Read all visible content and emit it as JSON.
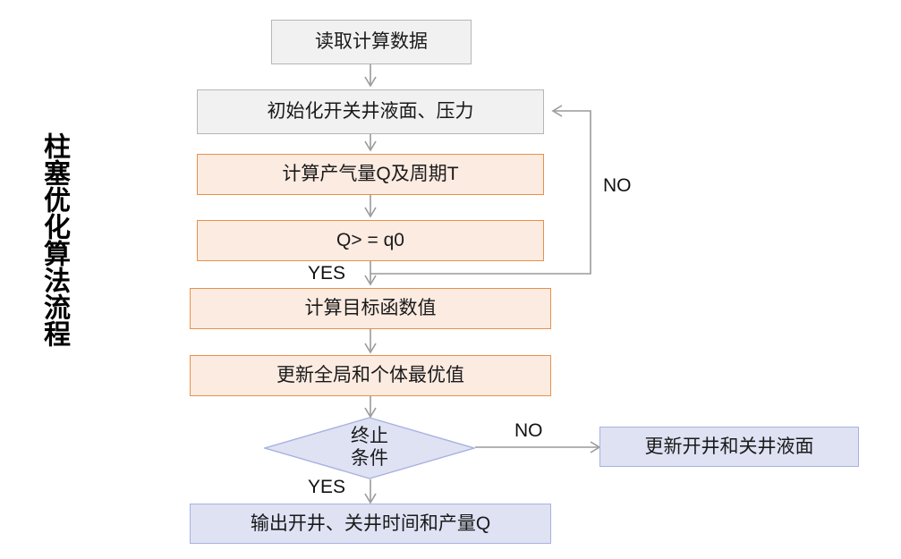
{
  "diagram": {
    "title_vertical": "柱塞优化算法流程",
    "nodes": [
      {
        "id": "read-data",
        "label": "读取计算数据",
        "shape": "rect",
        "fill": "#f1f1f1",
        "border": "#b6b6b6"
      },
      {
        "id": "init",
        "label": "初始化开关井液面、压力",
        "shape": "rect",
        "fill": "#f1f1f1",
        "border": "#b6b6b6"
      },
      {
        "id": "calc-q-t",
        "label": "计算产气量Q及周期T",
        "shape": "rect",
        "fill": "#fcebe1",
        "border": "#e8914a"
      },
      {
        "id": "q-check",
        "label": "Q> = q0",
        "shape": "rect",
        "fill": "#fcebe1",
        "border": "#e8914a"
      },
      {
        "id": "calc-obj",
        "label": "计算目标函数值",
        "shape": "rect",
        "fill": "#fcebe1",
        "border": "#e8914a"
      },
      {
        "id": "update-best",
        "label": "更新全局和个体最优值",
        "shape": "rect",
        "fill": "#fcebe1",
        "border": "#e8914a"
      },
      {
        "id": "stop-cond",
        "label": "终止\n条件",
        "shape": "diamond",
        "fill": "#dee2f3",
        "border": "#a8b2e0"
      },
      {
        "id": "update-lvl",
        "label": "更新开井和关井液面",
        "shape": "rect",
        "fill": "#dee2f3",
        "border": "#a8b2e0"
      },
      {
        "id": "output",
        "label": "输出开井、关井时间和产量Q",
        "shape": "rect",
        "fill": "#dee2f3",
        "border": "#a8b2e0"
      }
    ],
    "edge_labels": {
      "q_check_yes": "YES",
      "q_check_no": "NO",
      "stop_yes": "YES",
      "stop_no": "NO"
    }
  }
}
